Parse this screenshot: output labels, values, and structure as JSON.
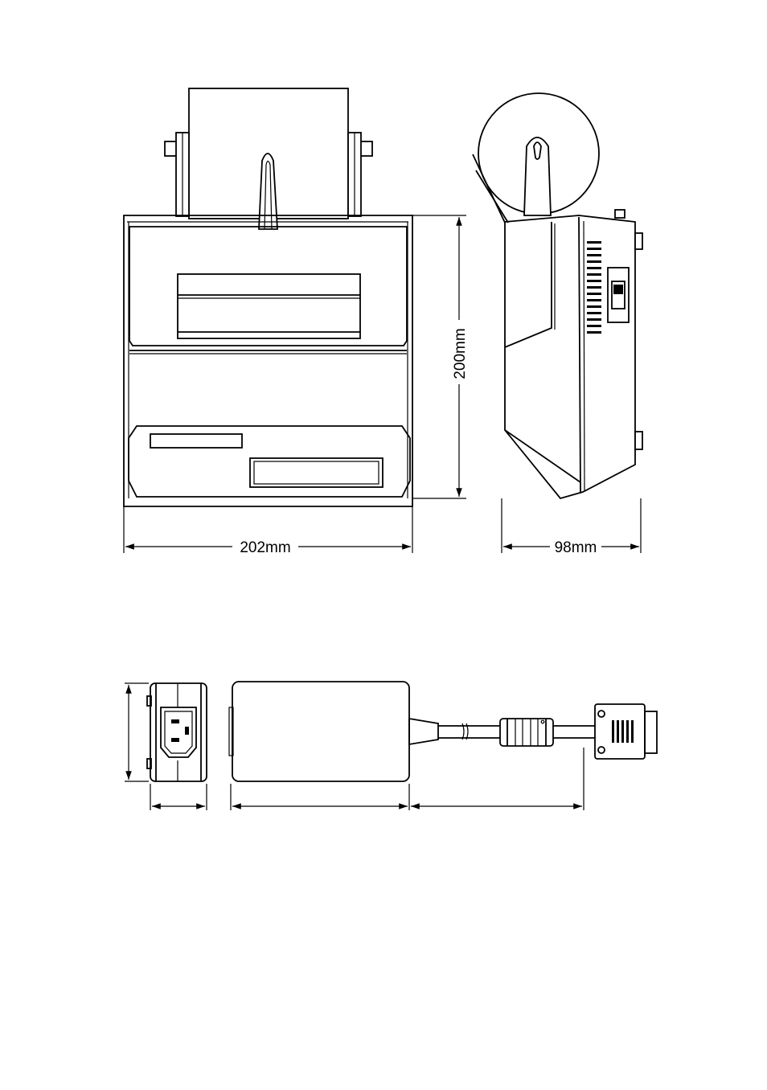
{
  "dimensions": {
    "width_label": "202mm",
    "height_label": "200mm",
    "depth_label": "98mm"
  },
  "figures": {
    "front_view": "printer-front-view",
    "side_view": "printer-side-view",
    "adapter_end_view": "power-adapter-end-view",
    "adapter_top_view": "power-adapter-top-view"
  },
  "colors": {
    "line": "#000000",
    "background": "#ffffff"
  }
}
